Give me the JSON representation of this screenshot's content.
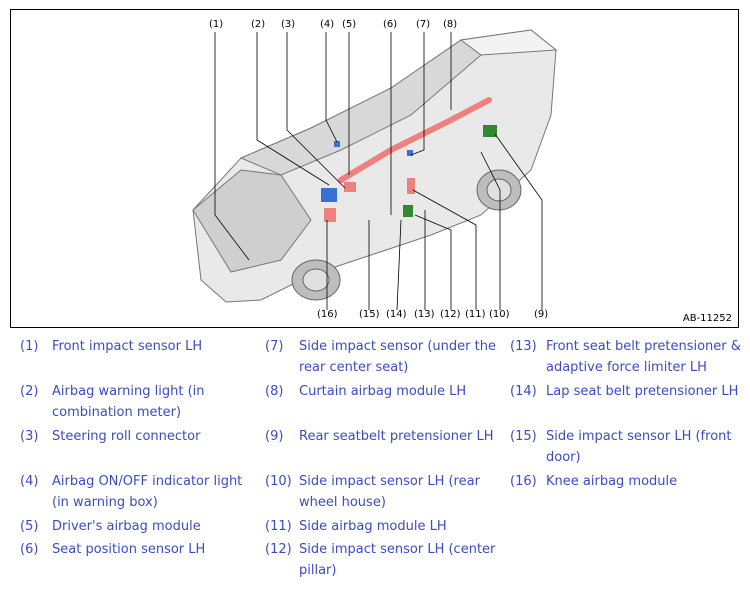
{
  "figure": {
    "code": "AB-11252",
    "callouts": [
      "(1)",
      "(2)",
      "(3)",
      "(4)",
      "(5)",
      "(6)",
      "(7)",
      "(8)",
      "(16)",
      "(15)",
      "(14)",
      "(13)",
      "(12)",
      "(11)",
      "(10)",
      "(9)"
    ]
  },
  "legend": [
    {
      "num": "(1)",
      "label": "Front impact sensor LH"
    },
    {
      "num": "(2)",
      "label": "Airbag warning light (in combination meter)"
    },
    {
      "num": "(3)",
      "label": "Steering roll connector"
    },
    {
      "num": "(4)",
      "label": "Airbag ON/OFF indicator light (in warning box)"
    },
    {
      "num": "(5)",
      "label": "Driver's airbag module"
    },
    {
      "num": "(6)",
      "label": "Seat position sensor LH"
    },
    {
      "num": "(7)",
      "label": "Side impact sensor (under the rear center seat)"
    },
    {
      "num": "(8)",
      "label": "Curtain airbag module LH"
    },
    {
      "num": "(9)",
      "label": "Rear seatbelt pretensioner LH"
    },
    {
      "num": "(10)",
      "label": "Side impact sensor LH (rear wheel house)"
    },
    {
      "num": "(11)",
      "label": "Side airbag module LH"
    },
    {
      "num": "(12)",
      "label": "Side impact sensor LH (center pillar)"
    },
    {
      "num": "(13)",
      "label": "Front seat belt pretensioner & adaptive force limiter LH"
    },
    {
      "num": "(14)",
      "label": "Lap seat belt pretensioner LH"
    },
    {
      "num": "(15)",
      "label": "Side impact sensor LH (front door)"
    },
    {
      "num": "(16)",
      "label": "Knee airbag module"
    }
  ]
}
